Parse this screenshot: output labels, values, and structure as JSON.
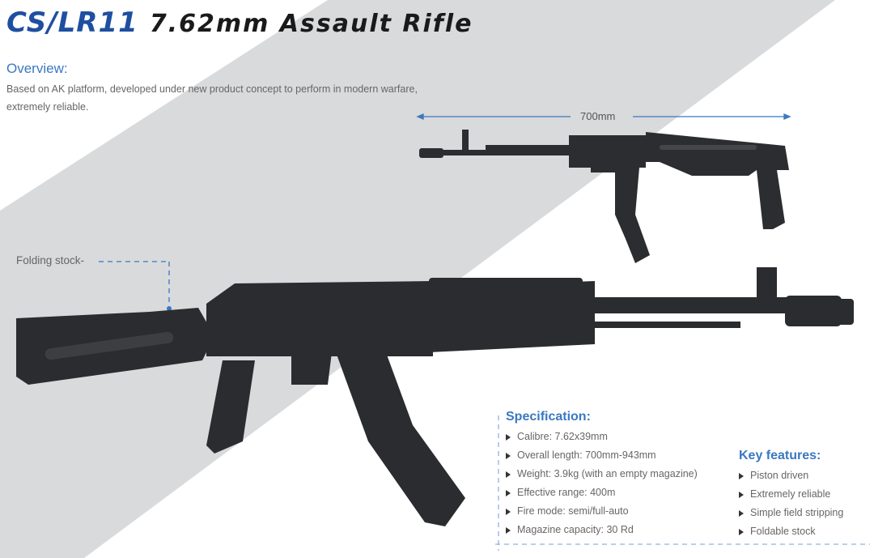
{
  "header": {
    "model": "CS/LR11",
    "title": "7.62mm Assault Rifle"
  },
  "overview": {
    "heading": "Overview:",
    "text": "Based on AK platform, developed under new product concept to perform in modern warfare, extremely reliable."
  },
  "dimension_label": "700mm",
  "callout_label": "Folding stock-",
  "specification": {
    "heading": "Specification:",
    "items": [
      "Calibre: 7.62x39mm",
      "Overall length: 700mm-943mm",
      "Weight: 3.9kg (with an empty magazine)",
      "Effective range: 400m",
      "Fire mode: semi/full-auto",
      "Magazine capacity: 30 Rd"
    ]
  },
  "key_features": {
    "heading": "Key features:",
    "items": [
      "Piston driven",
      "Extremely reliable",
      "Simple field stripping",
      "Foldable stock"
    ]
  },
  "colors": {
    "accent": "#3a78c0",
    "model": "#1f4fa0",
    "band": "#d9dadc"
  }
}
